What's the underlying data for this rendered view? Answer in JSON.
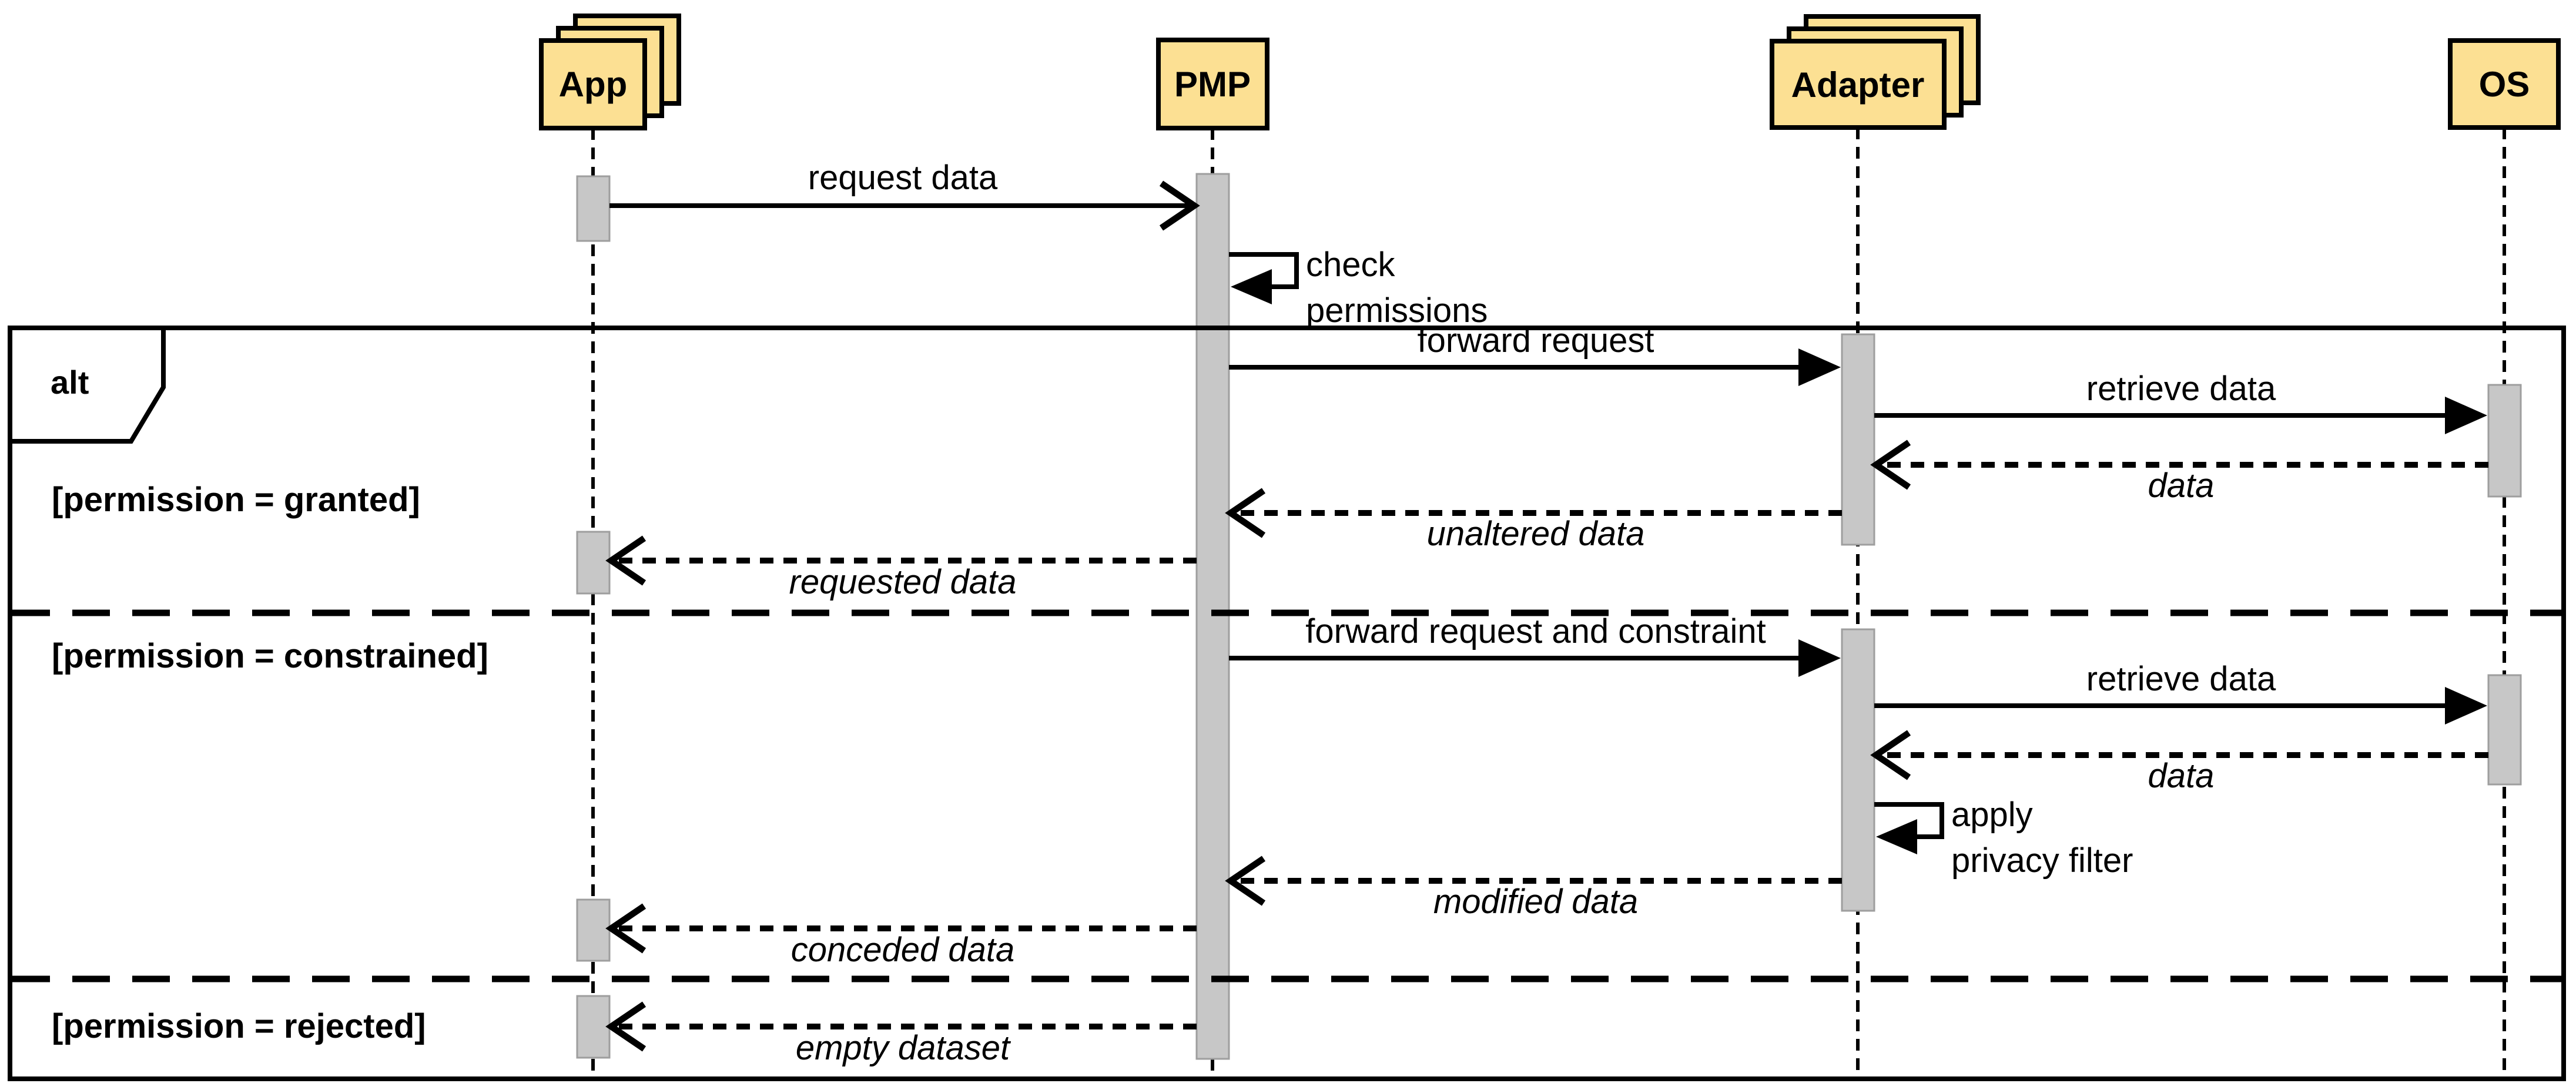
{
  "diagram": {
    "type": "uml-sequence-diagram",
    "actors": [
      {
        "id": "app",
        "label": "App",
        "multi_instance": true
      },
      {
        "id": "pmp",
        "label": "PMP",
        "multi_instance": false
      },
      {
        "id": "adapter",
        "label": "Adapter",
        "multi_instance": true
      },
      {
        "id": "os",
        "label": "OS",
        "multi_instance": false
      }
    ],
    "fragment": {
      "operator": "alt",
      "guards": [
        "[permission = granted]",
        "[permission = constrained]",
        "[permission = rejected]"
      ]
    },
    "messages": [
      {
        "from": "App",
        "to": "PMP",
        "label": "request data",
        "kind": "solid-open-head"
      },
      {
        "from": "PMP",
        "to": "PMP",
        "kind": "self",
        "label_lines": [
          "check",
          "permissions"
        ]
      },
      {
        "from": "PMP",
        "to": "Adapter",
        "label": "forward request",
        "kind": "solid-filled-head"
      },
      {
        "from": "Adapter",
        "to": "OS",
        "label": "retrieve data",
        "kind": "solid-filled-head"
      },
      {
        "from": "OS",
        "to": "Adapter",
        "label": "data",
        "kind": "dashed-reply"
      },
      {
        "from": "Adapter",
        "to": "PMP",
        "label": "unaltered data",
        "kind": "dashed-reply"
      },
      {
        "from": "PMP",
        "to": "App",
        "label": "requested data",
        "kind": "dashed-reply"
      },
      {
        "from": "PMP",
        "to": "Adapter",
        "label": "forward request and constraint",
        "kind": "solid-filled-head"
      },
      {
        "from": "Adapter",
        "to": "OS",
        "label": "retrieve data",
        "kind": "solid-filled-head"
      },
      {
        "from": "OS",
        "to": "Adapter",
        "label": "data",
        "kind": "dashed-reply"
      },
      {
        "from": "Adapter",
        "to": "Adapter",
        "kind": "self",
        "label_lines": [
          "apply",
          "privacy filter"
        ]
      },
      {
        "from": "Adapter",
        "to": "PMP",
        "label": "modified data",
        "kind": "dashed-reply"
      },
      {
        "from": "PMP",
        "to": "App",
        "label": "conceded data",
        "kind": "dashed-reply"
      },
      {
        "from": "PMP",
        "to": "App",
        "label": "empty dataset",
        "kind": "dashed-reply"
      }
    ],
    "colors": {
      "actor_fill": "#FCE093",
      "activation_fill": "#C7C7C7",
      "activation_border": "#9E9E9E",
      "line": "#000000",
      "background": "#FFFFFF"
    }
  }
}
